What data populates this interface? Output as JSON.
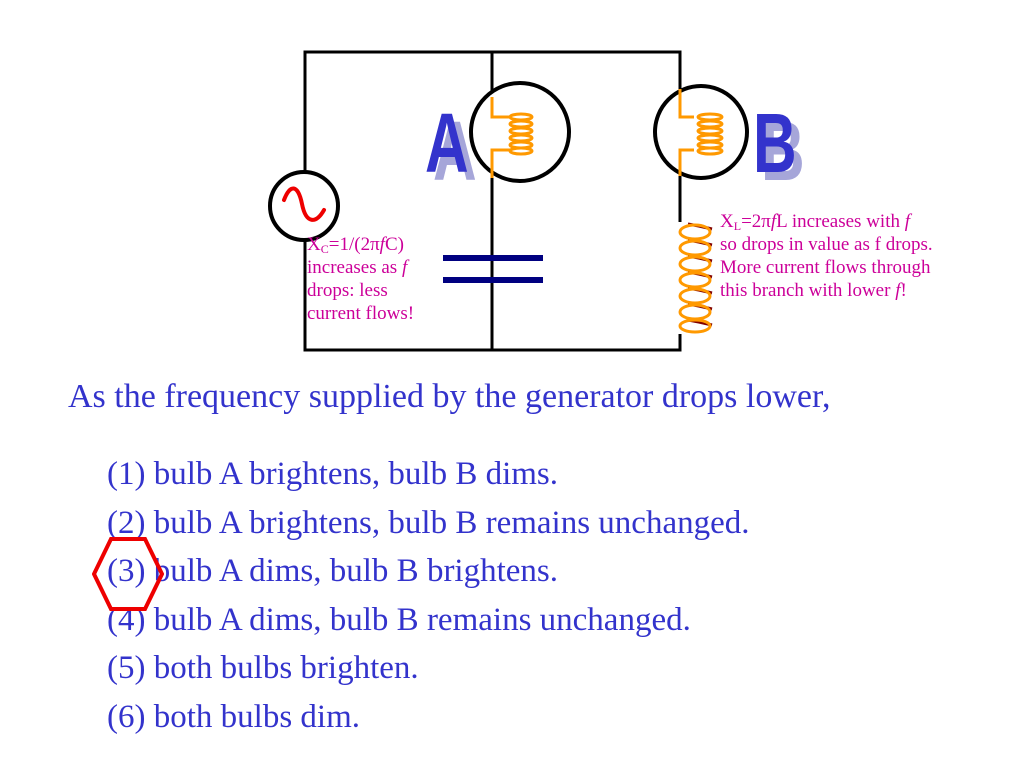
{
  "circuit": {
    "bulb_a_label": "A",
    "bulb_b_label": "B",
    "colors": {
      "wire": "#000000",
      "label": "#3333cc",
      "label_shadow": "#a6a6d9",
      "filament": "#ff9900",
      "generator_symbol": "#ee0000",
      "capacitor": "#000080",
      "inductor_front": "#ff9900",
      "inductor_back": "#800000"
    }
  },
  "notes": {
    "capacitor": {
      "x": "X",
      "x_sub": "C",
      "formula_1": "=1/(2π",
      "f": "f",
      "formula_2": "C)",
      "line_2a": "increases as ",
      "line_2f": "f",
      "line_3": "drops: less",
      "line_4": "current flows!"
    },
    "inductor": {
      "x": "X",
      "x_sub": "L",
      "formula_1": "=2π",
      "f": "f",
      "formula_2": "L increases with ",
      "f2": "f",
      "line_2": "so drops in value as f drops.",
      "line_3": "More current flows through",
      "line_4a": "this branch with lower ",
      "line_4f": "f",
      "line_4b": "!"
    }
  },
  "question": "As the frequency supplied by the generator drops lower,",
  "choices": [
    "(1) bulb A brightens, bulb B dims.",
    "(2) bulb A brightens, bulb B remains unchanged.",
    "(3) bulb A dims, bulb B brightens.",
    "(4) bulb A dims, bulb B remains unchanged.",
    "(5) both bulbs brighten.",
    "(6) both bulbs dim."
  ],
  "answer_marker_color": "#ee0000"
}
